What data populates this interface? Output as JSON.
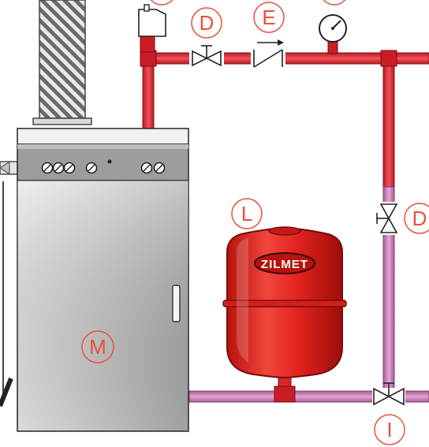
{
  "labels": {
    "valve_top": "D",
    "check_valve": "E",
    "valve_right": "D",
    "expansion_tank": "L",
    "valve_bottom": "I",
    "boiler": "M"
  },
  "tank": {
    "brand": "ZILMET"
  },
  "colors": {
    "supply_pipe": "#e8313a",
    "return_pipe": "#c97bb6",
    "tank_red": "#e3241f",
    "label_red": "#e8513d",
    "boiler_grey": "#c8c8c8"
  }
}
